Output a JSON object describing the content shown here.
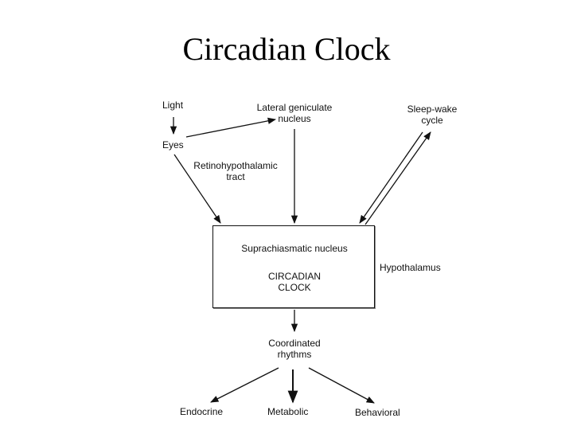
{
  "title": "Circadian Clock",
  "diagram": {
    "nodes": {
      "light": "Light",
      "eyes": "Eyes",
      "lgn_line1": "Lateral geniculate",
      "lgn_line2": "nucleus",
      "sleep_line1": "Sleep-wake",
      "sleep_line2": "cycle",
      "rht_line1": "Retinohypothalamic",
      "rht_line2": "tract",
      "scn": "Suprachiasmatic nucleus",
      "clock_line1": "CIRCADIAN",
      "clock_line2": "CLOCK",
      "hypothalamus": "Hypothalamus",
      "rhythms_line1": "Coordinated",
      "rhythms_line2": "rhythms",
      "endocrine": "Endocrine",
      "metabolic": "Metabolic",
      "behavioral": "Behavioral"
    },
    "colors": {
      "ink": "#111111",
      "background": "#ffffff"
    }
  }
}
